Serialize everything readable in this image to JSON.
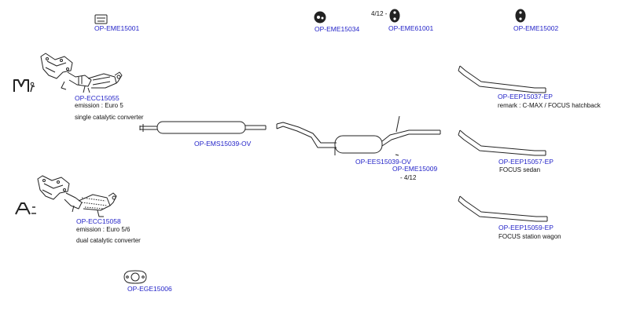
{
  "colors": {
    "code": "#2323c8",
    "text": "#111111",
    "line": "#222222"
  },
  "parts": {
    "hanger_box": {
      "code": "OP-EME15001",
      "icon": "rubber-hanger-block-icon"
    },
    "hanger_round": {
      "code": "OP-EME15034",
      "icon": "round-rubber-hanger-icon"
    },
    "hanger_double": {
      "code": "OP-EME61001",
      "prefix": "4/12 -",
      "icon": "double-ring-hanger-icon"
    },
    "hanger_right": {
      "code": "OP-EME15002",
      "icon": "double-ring-hanger-icon"
    },
    "catalyst_manual": {
      "code": "OP-ECC15055",
      "emission": "emission : Euro 5",
      "desc": "single catalytic converter",
      "badge": "M"
    },
    "catalyst_auto": {
      "code": "OP-ECC15058",
      "emission": "emission : Euro 5/6",
      "desc": "dual catalytic converter",
      "badge": "A"
    },
    "middle_silencer": {
      "code": "OP-EMS15039-OV"
    },
    "rear_silencer": {
      "code": "OP-EES15039-OV",
      "hanger_code": "OP-EME15009",
      "hanger_note": "- 4/12"
    },
    "tailpipe_cmax": {
      "code": "OP-EEP15037-EP",
      "remark": "remark : C-MAX / FOCUS hatchback"
    },
    "tailpipe_sedan": {
      "code": "OP-EEP15057-EP",
      "remark": "FOCUS sedan"
    },
    "tailpipe_wagon": {
      "code": "OP-EEP15059-EP",
      "remark": "FOCUS station wagon"
    },
    "gasket": {
      "code": "OP-EGE15006",
      "icon": "gasket-ring-icon"
    }
  }
}
